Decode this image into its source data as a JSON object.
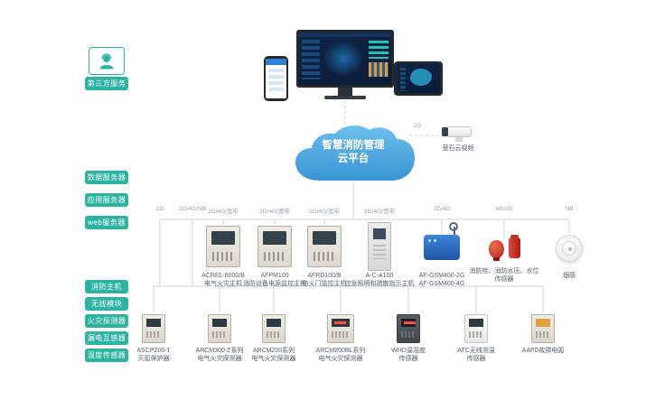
{
  "colors": {
    "accent": "#2db3a2",
    "cloud_blue": "#3d97d8",
    "line": "#ccd2d8"
  },
  "left_nav": {
    "third_party_label": "第三方服务",
    "server_items": [
      "数据服务器",
      "应用服务器",
      "web服务器"
    ],
    "device_items": [
      "消防主机",
      "无线模块",
      "火灾探测器",
      "漏电互感器",
      "温度传感器"
    ]
  },
  "cloud": {
    "line1": "智慧消防管理",
    "line2": "云平台"
  },
  "camera": {
    "link": "2G",
    "label": "萤石云视频"
  },
  "bus1_items": [
    {
      "link": "2G",
      "name": "",
      "desc": ""
    },
    {
      "link": "2G/4G/NB",
      "name": "",
      "desc": ""
    },
    {
      "link": "2G/4G/宽带",
      "name": "ACREL-6000/B",
      "desc": "电气火灾主机"
    },
    {
      "link": "2G/4G/宽带",
      "name": "AFPM100",
      "desc": "消防设备电源监控主机"
    },
    {
      "link": "2G/4G/宽带",
      "name": "AFRD100/B",
      "desc": "防火门监控主机"
    },
    {
      "link": "2G/4G/宽带",
      "name": "A-C-A100",
      "desc": "应急照明和疏散指示主机"
    },
    {
      "link": "2G/4G",
      "name": "AF-GSM400-2G",
      "desc": "AF-GSM400-4G"
    },
    {
      "link": "NB/2G",
      "name": "消防栓、消防水压、水位传感器",
      "desc": ""
    },
    {
      "link": "NB",
      "name": "烟感",
      "desc": ""
    }
  ],
  "bus2_items": [
    {
      "name": "ASCP200-1",
      "desc": "灭弧保护器"
    },
    {
      "name": "ARCM300-Z系列",
      "desc": "电气火灾探测器"
    },
    {
      "name": "ARCM200系列",
      "desc": "电气火灾探测器"
    },
    {
      "name": "ARCM200BL系列",
      "desc": "电气火灾探测器"
    },
    {
      "name": "WHD温湿度",
      "desc": "传感器"
    },
    {
      "name": "ATC无线测温",
      "desc": "传感器"
    },
    {
      "name": "AAFD故障电弧",
      "desc": ""
    }
  ]
}
